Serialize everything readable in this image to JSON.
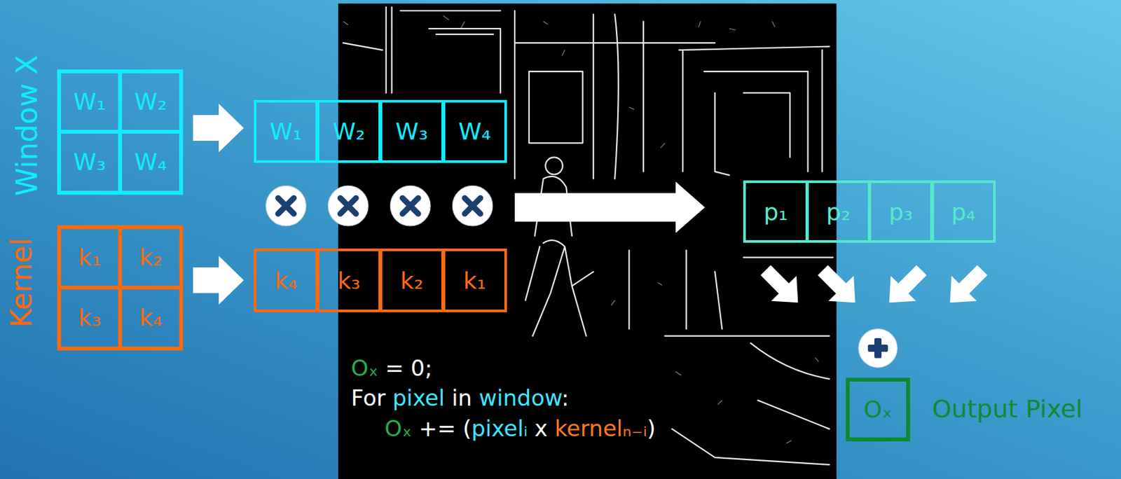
{
  "diagram": {
    "nodes": [
      {
        "text": [
          "Window X"
        ]
      },
      {
        "text": [
          "W₁"
        ],
        "in": 0
      },
      {
        "text": [
          "W₂"
        ],
        "in": 0
      },
      {
        "text": [
          "W₃"
        ],
        "in": 0
      },
      {
        "text": [
          "W₄"
        ],
        "in": 0
      },
      {
        "text": [
          "W₁"
        ]
      },
      {
        "text": [
          "W₂"
        ]
      },
      {
        "text": [
          "W₃"
        ]
      },
      {
        "text": [
          "W₄"
        ]
      },
      {
        "text": [
          "Kernel"
        ]
      },
      {
        "text": [
          "k₁"
        ],
        "in": 9
      },
      {
        "text": [
          "k₂"
        ],
        "in": 9
      },
      {
        "text": [
          "k₃"
        ],
        "in": 9
      },
      {
        "text": [
          "k₄"
        ],
        "in": 9
      },
      {
        "text": [
          "k₄"
        ]
      },
      {
        "text": [
          "k₃"
        ]
      },
      {
        "text": [
          "k₂"
        ]
      },
      {
        "text": [
          "k₁"
        ]
      },
      {
        "text": [
          "p₁"
        ]
      },
      {
        "text": [
          "p₂"
        ]
      },
      {
        "text": [
          "p₃"
        ]
      },
      {
        "text": [
          "p₄"
        ]
      },
      {
        "text": [
          "Oₓ",
          "Output Pixel"
        ]
      }
    ],
    "labels": [
      "Oₓ = 0;",
      "For pixel in window:",
      "Oₓ += (pixelᵢ x kernelₙ₋ᵢ)"
    ]
  }
}
